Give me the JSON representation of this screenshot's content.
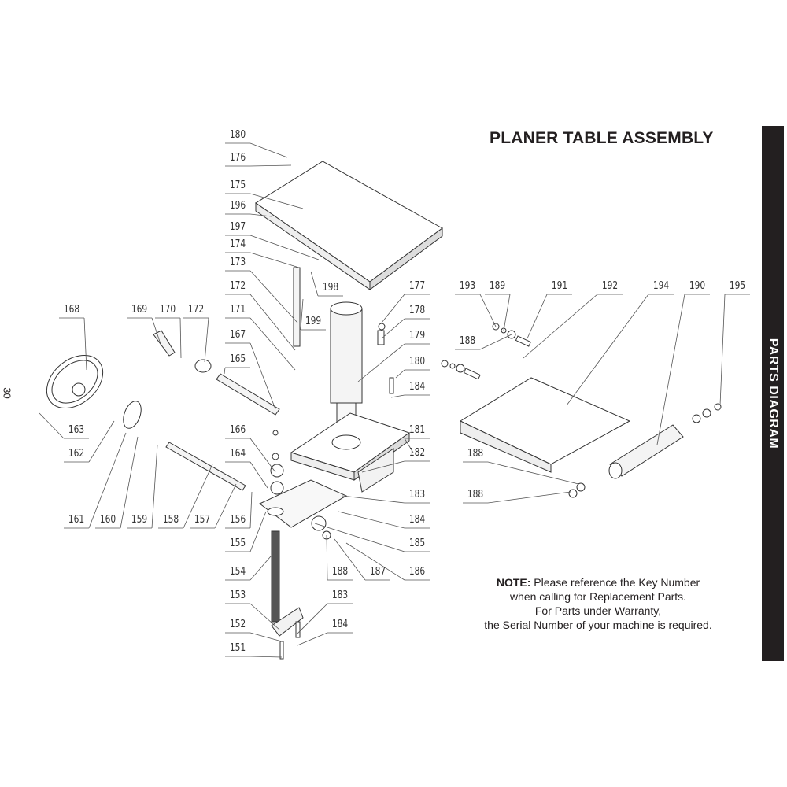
{
  "title": "PLANER TABLE ASSEMBLY",
  "side_tab": "PARTS DIAGRAM",
  "page_number": "30",
  "note": {
    "label": "NOTE:",
    "line1": "Please reference the Key Number",
    "line2": "when calling for Replacement Parts.",
    "line3": "For Parts under Warranty,",
    "line4": "the Serial Number of your machine is required."
  },
  "callouts": [
    "180",
    "176",
    "175",
    "196",
    "197",
    "174",
    "173",
    "172",
    "171",
    "167",
    "165",
    "199",
    "198",
    "177",
    "178",
    "179",
    "180",
    "184",
    "181",
    "182",
    "183",
    "184",
    "185",
    "186",
    "187",
    "188",
    "183",
    "184",
    "166",
    "164",
    "155",
    "154",
    "153",
    "152",
    "151",
    "168",
    "169",
    "170",
    "172",
    "163",
    "162",
    "161",
    "160",
    "159",
    "158",
    "157",
    "156",
    "193",
    "189",
    "191",
    "192",
    "194",
    "190",
    "195",
    "188",
    "188",
    "188"
  ]
}
